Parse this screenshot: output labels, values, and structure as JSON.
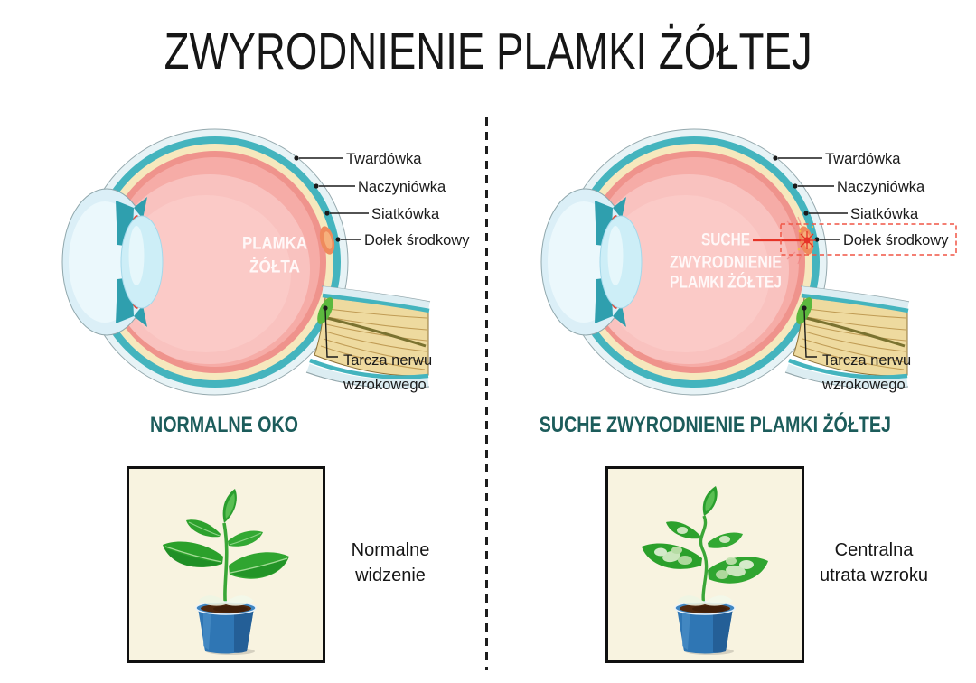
{
  "title": "ZWYRODNIENIE PLAMKI ŻÓŁTEJ",
  "colors": {
    "heading_teal": "#1c5c5b",
    "alert_red": "#e63327",
    "dashed_box_red": "#f05545",
    "eye_shell_teal": "#44b4be",
    "eye_choroid_cream": "#f6e8bd",
    "eye_interior_pink": "#f9c2bf",
    "fovea_orange": "#ef8a5c",
    "optic_disc_green": "#5cb83e",
    "optic_nerve_tan": "#eeda9f",
    "pot_blue": "#2f76b4",
    "leaf_green": "#2ba02b",
    "frame_bg_cream": "#f8f3e0"
  },
  "panels": [
    {
      "id": "normal-eye",
      "heading": "NORMALNE OKO",
      "eye_labels": {
        "sclera": "Twardówka",
        "choroid": "Naczyniówka",
        "retina": "Siatkówka",
        "fovea": "Dołek środkowy",
        "optic_disc_line1": "Tarcza nerwu",
        "optic_disc_line2": "wzrokowego"
      },
      "macula_lines": [
        "PLAMKA",
        "ŻÓŁTA"
      ],
      "caption_lines": [
        "Normalne",
        "widzenie"
      ]
    },
    {
      "id": "dry-amd-eye",
      "heading": "SUCHE ZWYRODNIENIE PLAMKI ŻÓŁTEJ",
      "eye_labels": {
        "sclera": "Twardówka",
        "choroid": "Naczyniówka",
        "retina": "Siatkówka",
        "fovea": "Dołek środkowy",
        "optic_disc_line1": "Tarcza nerwu",
        "optic_disc_line2": "wzrokowego"
      },
      "macula_lines": [
        "SUCHE",
        "ZWYRODNIENIE",
        "PLAMKI ŻÓŁTEJ"
      ],
      "caption_lines": [
        "Centralna",
        "utrata wzroku"
      ]
    }
  ]
}
